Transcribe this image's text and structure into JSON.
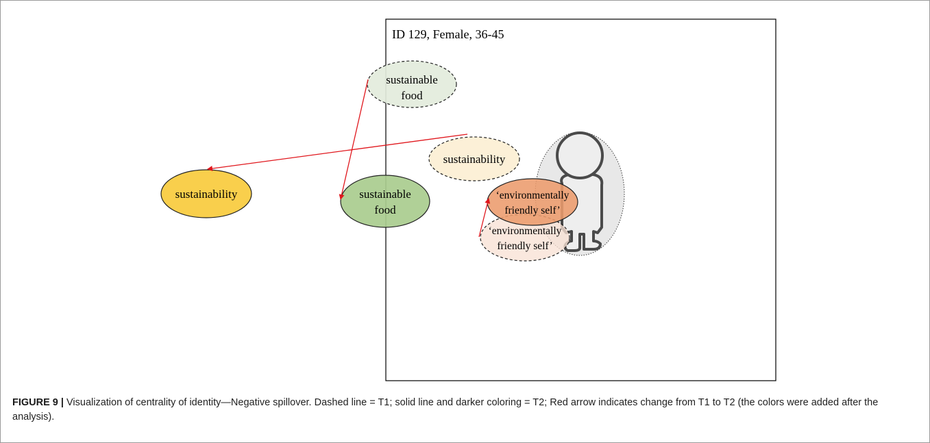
{
  "diagram": {
    "panel_title": "ID 129, Female, 36-45",
    "nodes": {
      "sustainable_food_t1": {
        "line1": "sustainable",
        "line2": "food",
        "fill": "#e3ecdc",
        "stroke": "dashed"
      },
      "sustainability_t1": {
        "label": "sustainability",
        "fill": "#fcefd4",
        "stroke": "dashed"
      },
      "sustainability_t2": {
        "label": "sustainability",
        "fill": "#f9cf4c",
        "stroke": "solid"
      },
      "sustainable_food_t2": {
        "line1": "sustainable",
        "line2": "food",
        "fill": "#a9cc8e",
        "stroke": "solid"
      },
      "env_self_t2": {
        "line1": "‘environmentally",
        "line2": "friendly self’",
        "fill": "#ec9b6c",
        "stroke": "solid"
      },
      "env_self_t1": {
        "line1": "‘environmentally",
        "line2": "friendly self’",
        "fill": "#f8e2d5",
        "stroke": "dashed"
      }
    },
    "self_figure": {
      "icon": "person-icon",
      "halo_fill": "#e6e6e6"
    },
    "colors": {
      "arrow": "#e0161c",
      "frame": "#9a9a9a",
      "panel_border": "#000000"
    }
  },
  "caption": {
    "label": "FIGURE 9 |",
    "text": " Visualization of centrality of identity—Negative spillover. Dashed line = T1; solid line and darker coloring = T2; Red arrow indicates change from T1 to T2 (the colors were added after the analysis)."
  }
}
